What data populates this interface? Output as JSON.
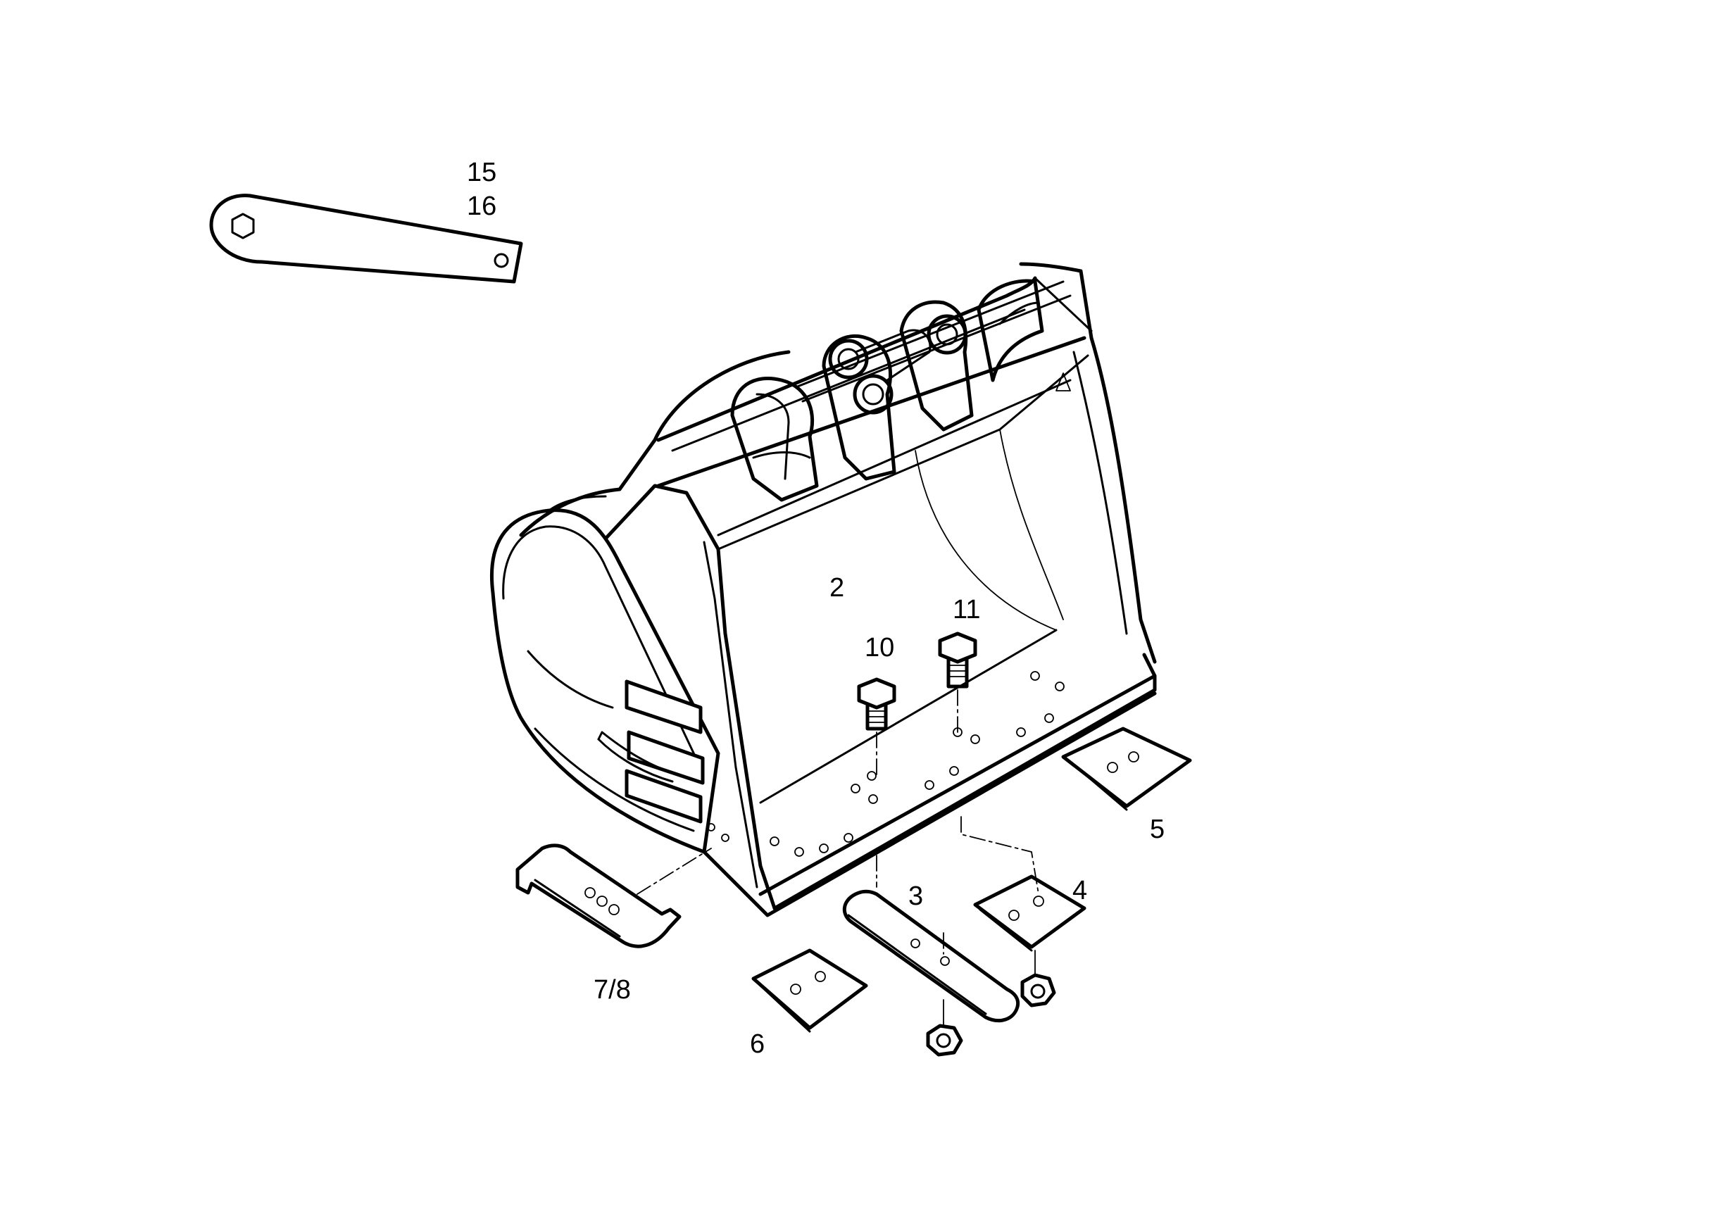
{
  "labels": {
    "part_15": "15",
    "part_16": "16",
    "part_2": "2",
    "part_11": "11",
    "part_10": "10",
    "part_5": "5",
    "part_4": "4",
    "part_3": "3",
    "part_7_8": "7/8",
    "part_6": "6"
  }
}
